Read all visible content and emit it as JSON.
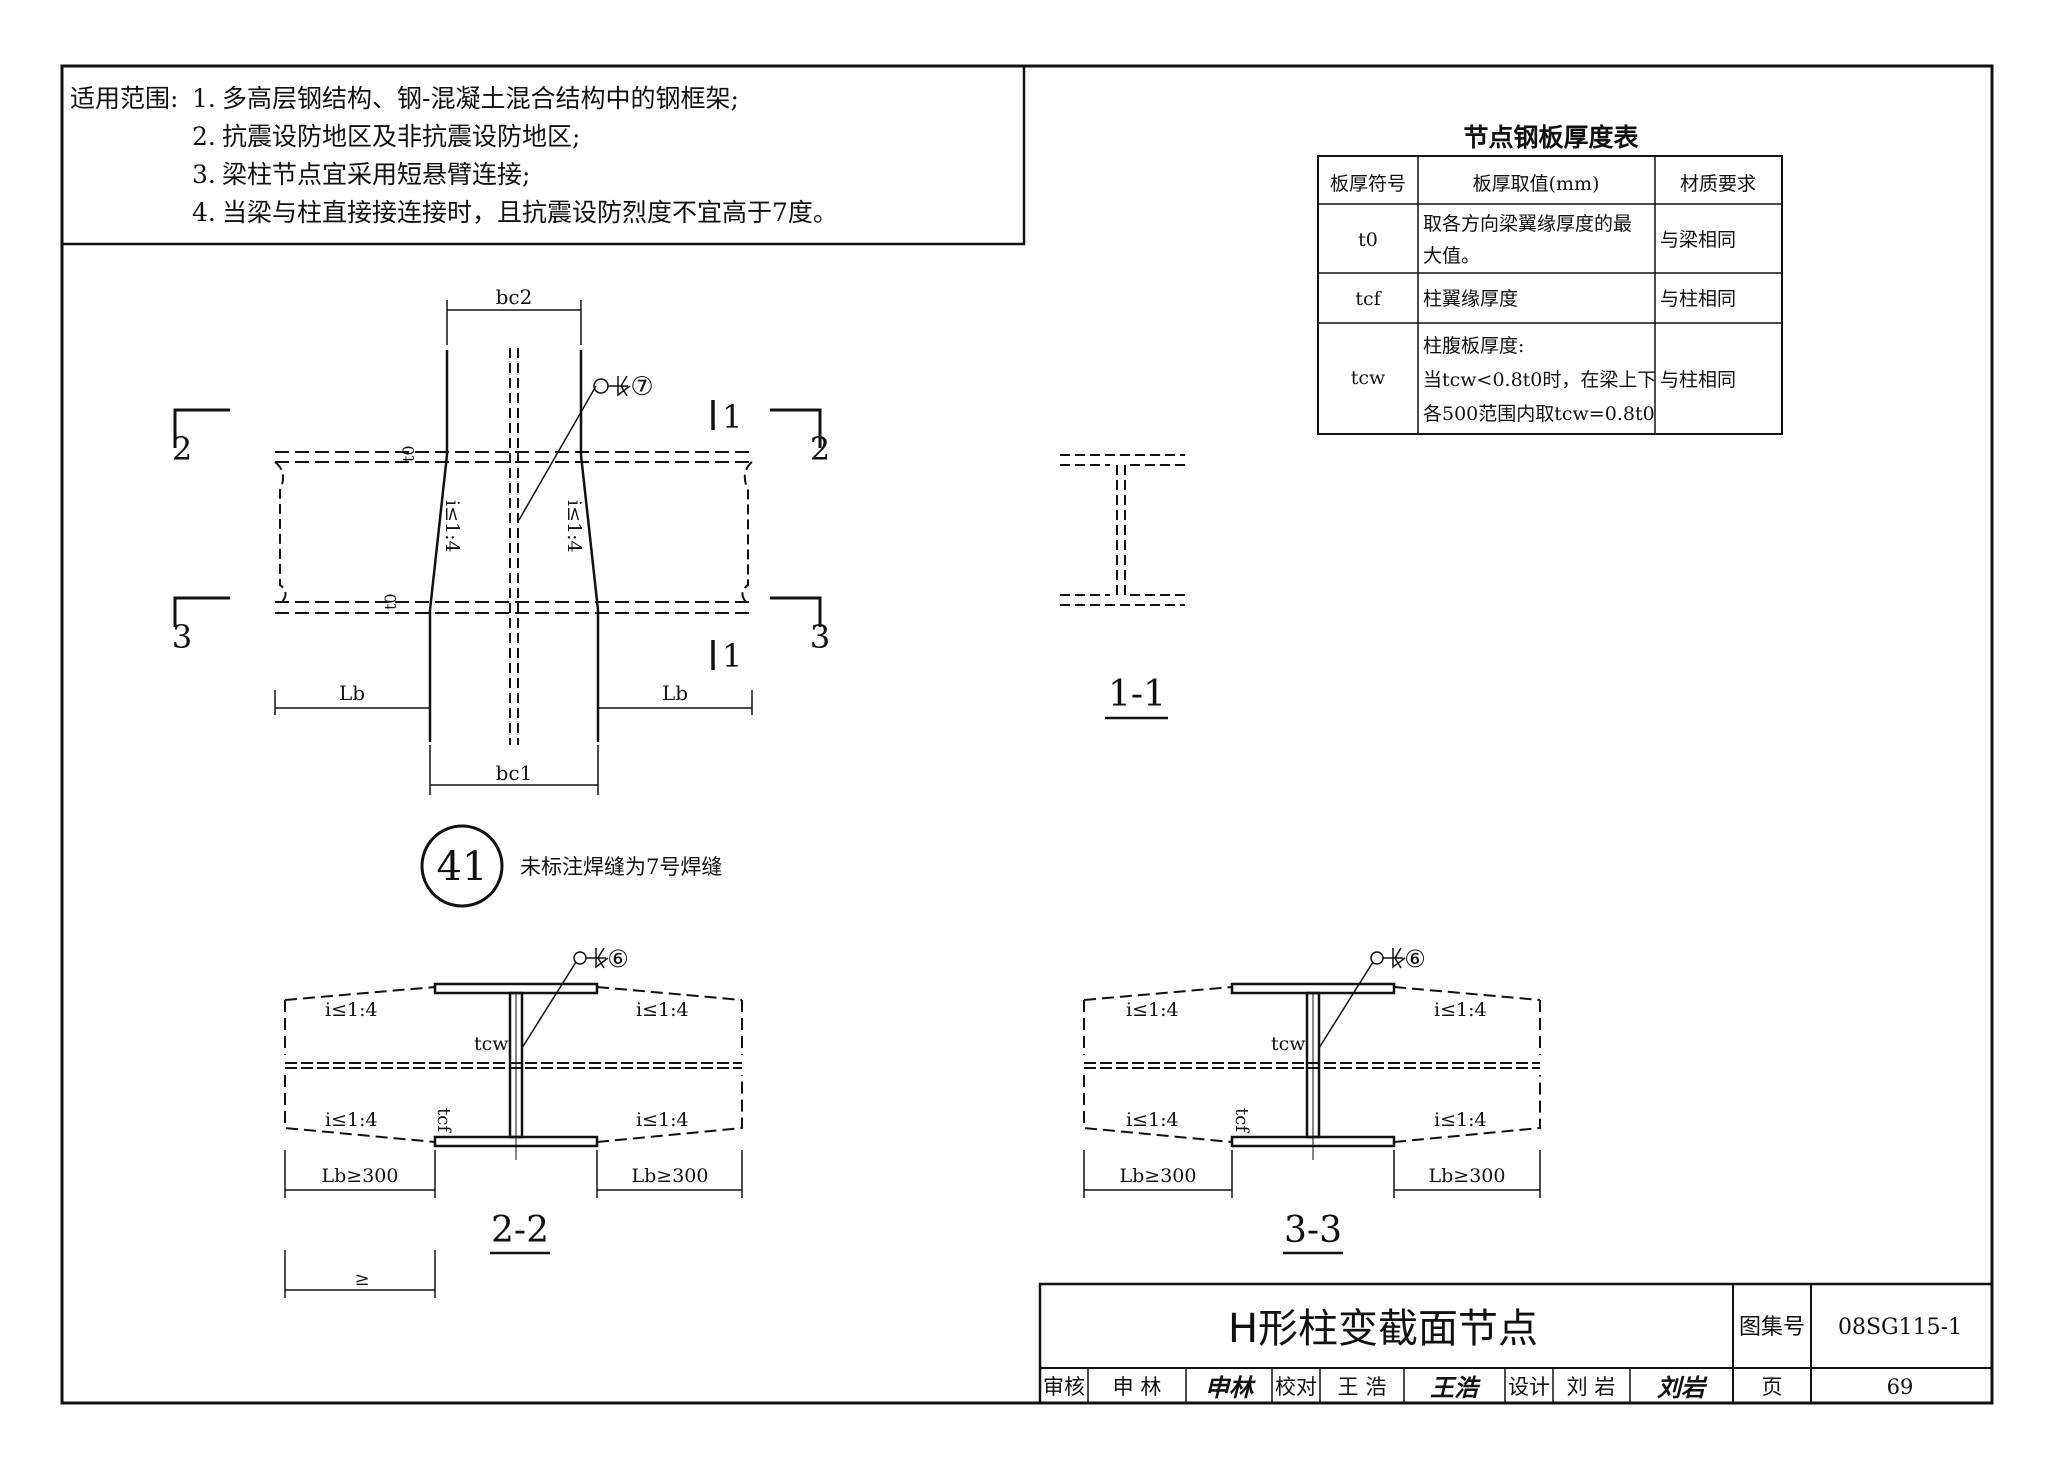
{
  "scope": {
    "heading": "适用范围:",
    "items": [
      {
        "num": "1.",
        "text": "多高层钢结构、钢-混凝土混合结构中的钢框架;"
      },
      {
        "num": "2.",
        "text": "抗震设防地区及非抗震设防地区;"
      },
      {
        "num": "3.",
        "text": "梁柱节点宜采用短悬臂连接;"
      },
      {
        "num": "4.",
        "text": "当梁与柱直接接连接时，且抗震设防烈度不宜高于7度。"
      }
    ]
  },
  "thickness_table": {
    "title": "节点钢板厚度表",
    "headers": [
      "板厚符号",
      "板厚取值(mm)",
      "材质要求"
    ],
    "rows": [
      {
        "symbol": "t0",
        "value_lines": [
          "取各方向梁翼缘厚度的最",
          "大值。"
        ],
        "material": "与梁相同"
      },
      {
        "symbol": "tcf",
        "value_lines": [
          "柱翼缘厚度"
        ],
        "material": "与柱相同"
      },
      {
        "symbol": "tcw",
        "value_lines": [
          "柱腹板厚度:",
          "当tcw<0.8t0时，在梁上下",
          "各500范围内取tcw=0.8t0"
        ],
        "material": "与柱相同"
      }
    ]
  },
  "elevation": {
    "top_width": "bc2",
    "bottom_width": "bc1",
    "left_length": "Lb",
    "right_length": "Lb",
    "flange_thickness": "t0",
    "slope": "i≤1:4",
    "weld_mark": "⑦",
    "section_cuts": {
      "s1": "1",
      "s2": "2",
      "s3": "3"
    },
    "detail_number": "41",
    "note": "未标注焊缝为7号焊缝"
  },
  "section_1_1": {
    "label": "1-1"
  },
  "section_2_2": {
    "label": "2-2",
    "slope": "i≤1:4",
    "web": "tcw",
    "flange": "tcf",
    "dim": "Lb≥300",
    "weld_mark": "⑥",
    "extra_symbol": "≥"
  },
  "section_3_3": {
    "label": "3-3",
    "slope": "i≤1:4",
    "web": "tcw",
    "flange": "tcf",
    "dim": "Lb≥300",
    "weld_mark": "⑥"
  },
  "title_block": {
    "title": "H形柱变截面节点",
    "atlas_label": "图集号",
    "atlas_no": "08SG115-1",
    "review_label": "审核",
    "reviewer": "申 林",
    "reviewer_sign": "申林",
    "check_label": "校对",
    "checker": "王 浩",
    "checker_sign": "王浩",
    "design_label": "设计",
    "designer": "刘 岩",
    "designer_sign": "刘岩",
    "page_label": "页",
    "page_no": "69"
  }
}
